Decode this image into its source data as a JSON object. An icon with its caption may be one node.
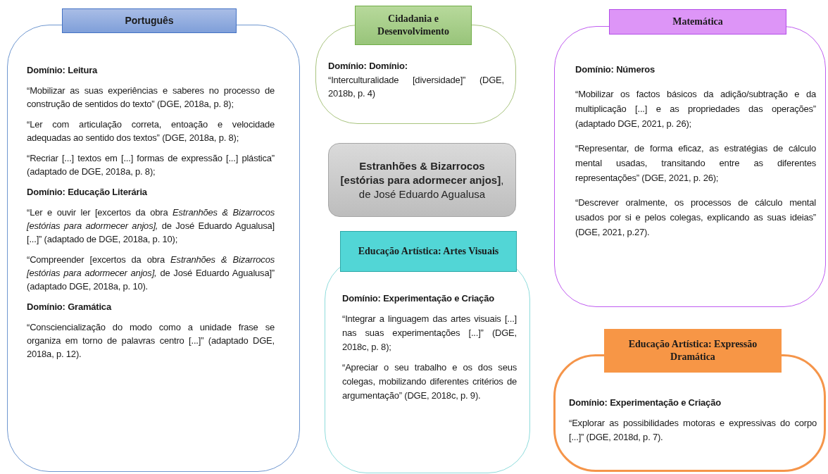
{
  "diagram": {
    "nodes": [
      {
        "text": [
          "Português",
          "Domínio: Leitura",
          "“Mobilizar as suas experiências e saberes no processo de construção de sentidos do texto” (DGE, 2018a, p. 8);",
          "“Ler com articulação correta, entoação e velocidade adequadas ao sentido dos textos” (DGE, 2018a, p. 8);",
          "“Recriar [...] textos em [...] formas de expressão [...] plástica” (adaptado de DGE, 2018a, p. 8);",
          "Domínio: Educação Literária",
          "“Ler e ouvir ler [excertos da obra *Estranhões & Bizarrocos [estórias para adormecer anjos],* de José Eduardo Agualusa] [...]” (adaptado de DGE, 2018a, p. 10);",
          "“Compreender [excertos da obra *Estranhões & Bizarrocos [estórias para adormecer anjos],* de José Eduardo Agualusa]” (adaptado DGE, 2018a, p. 10).",
          "Domínio: Gramática",
          "“Consciencialização do modo como a unidade frase se organiza em torno de palavras centro [...]” (adaptado DGE, 2018a, p. 12)."
        ]
      },
      {
        "text": [
          "Cidadania e Desenvolvimento",
          "Domínio: Domínio:",
          "“Interculturalidade [diversidade]” (DGE, 2018b, p. 4)"
        ]
      },
      {
        "text": [
          "**Estranhões & Bizarrocos [estórias para adormecer anjos]**, de José Eduardo Agualusa"
        ]
      },
      {
        "text": [
          "Educação Artística: Artes Visuais",
          "Domínio: Experimentação e Criação",
          "“Integrar a linguagem das artes visuais [...] nas suas experimentações [...]” (DGE, 2018c, p. 8);",
          "“Apreciar o seu trabalho e os dos seus colegas, mobilizando diferentes critérios de argumentação” (DGE, 2018c, p. 9)."
        ]
      },
      {
        "text": [
          "Matemática",
          "Domínio: Números",
          "“Mobilizar os factos básicos da adição/subtração e da multiplicação [...] e as propriedades das operações” (adaptado DGE, 2021, p. 26);",
          "“Representar, de forma eficaz, as estratégias de cálculo mental usadas, transitando entre as diferentes representações” (DGE, 2021, p. 26);",
          "“Descrever oralmente, os processos de cálculo mental usados por si e pelos colegas, explicando as suas ideias” (DGE, 2021, p.27)."
        ]
      },
      {
        "text": [
          "Educação Artística: Expressão Dramática",
          "Domínio: Experimentação e Criação",
          "“Explorar as possibilidades motoras e expressivas do corpo [...]” (DGE, 2018d, p. 7)."
        ]
      }
    ],
    "edges": []
  }
}
